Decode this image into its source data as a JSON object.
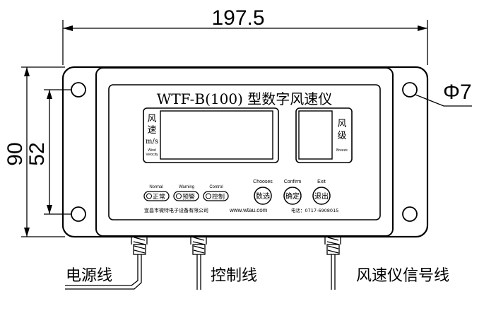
{
  "dimensions": {
    "width": "197.5",
    "height": "90",
    "hole_spacing": "52",
    "hole_diameter": "Φ7"
  },
  "device": {
    "title": "WTF-B(100) 型数字风速仪",
    "wind_speed_label_line1": "风",
    "wind_speed_label_line2": "速",
    "wind_speed_unit": "m/s",
    "wind_speed_en_line1": "Wind",
    "wind_speed_en_line2": "Velocity",
    "breeze_label_line1": "风",
    "breeze_label_line2": "级",
    "breeze_en": "Breeze",
    "indicators": [
      {
        "en": "Normal",
        "cn": "正常"
      },
      {
        "en": "Warning",
        "cn": "预警"
      },
      {
        "en": "Control",
        "cn": "控制"
      }
    ],
    "buttons": [
      {
        "en": "Chooses",
        "cn": "数选"
      },
      {
        "en": "Confirm",
        "cn": "确定"
      },
      {
        "en": "Exit",
        "cn": "退出"
      }
    ],
    "company": "宜昌市微特电子设备有限公司",
    "website": "www.wtau.com",
    "phone": "电话：0717-6908015"
  },
  "cables": {
    "power": "电源线",
    "control": "控制线",
    "signal": "风速仪信号线"
  }
}
